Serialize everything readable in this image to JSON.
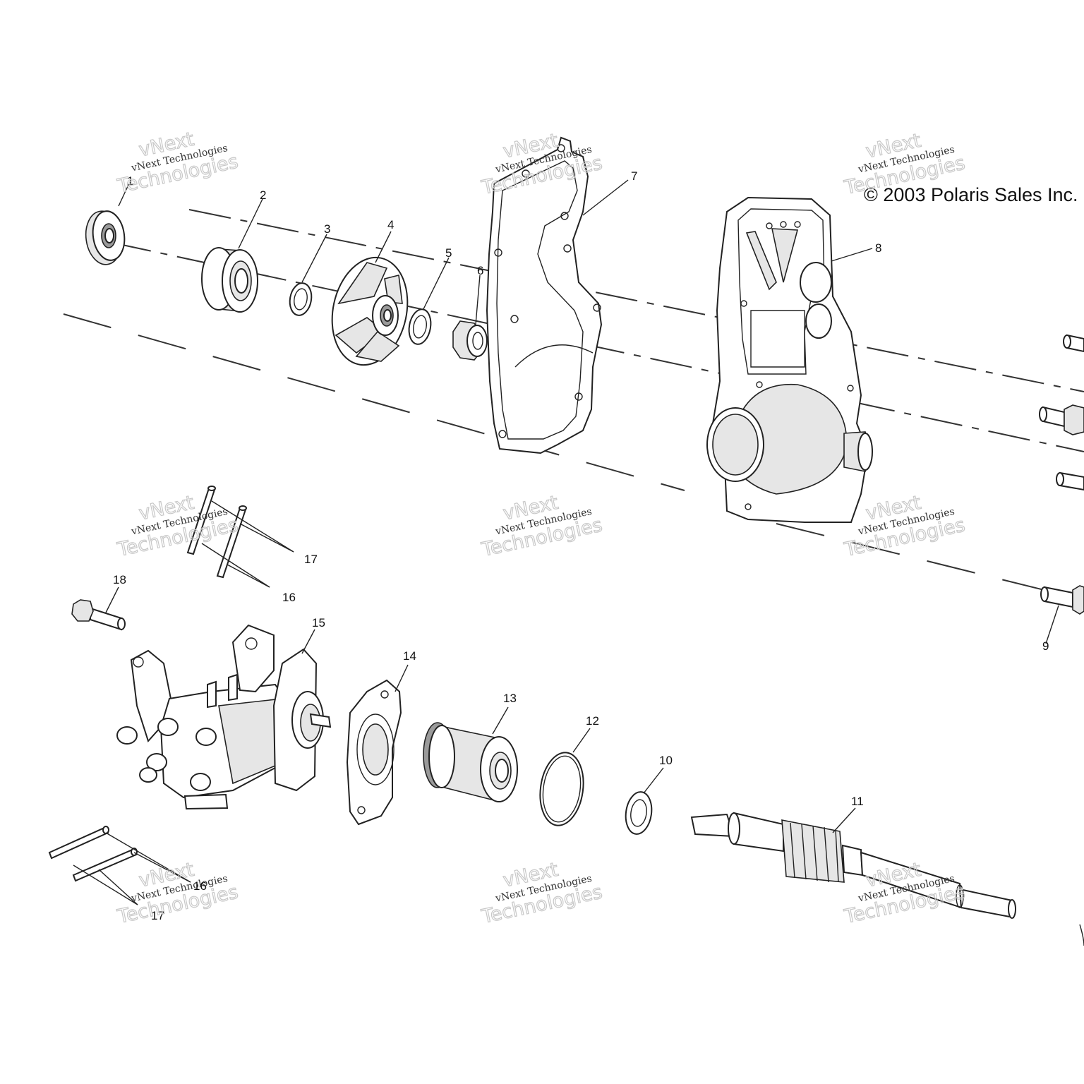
{
  "copyright": "© 2003 Polaris Sales Inc.",
  "watermark": {
    "line1": "vNext",
    "line2": "vNext Technologies",
    "line3": "Technologies"
  },
  "callouts": [
    "1",
    "2",
    "3",
    "4",
    "5",
    "6",
    "7",
    "8",
    "9",
    "10",
    "11",
    "12",
    "13",
    "14",
    "15",
    "16",
    "17",
    "18"
  ],
  "extra_callouts": [
    "16",
    "17"
  ]
}
